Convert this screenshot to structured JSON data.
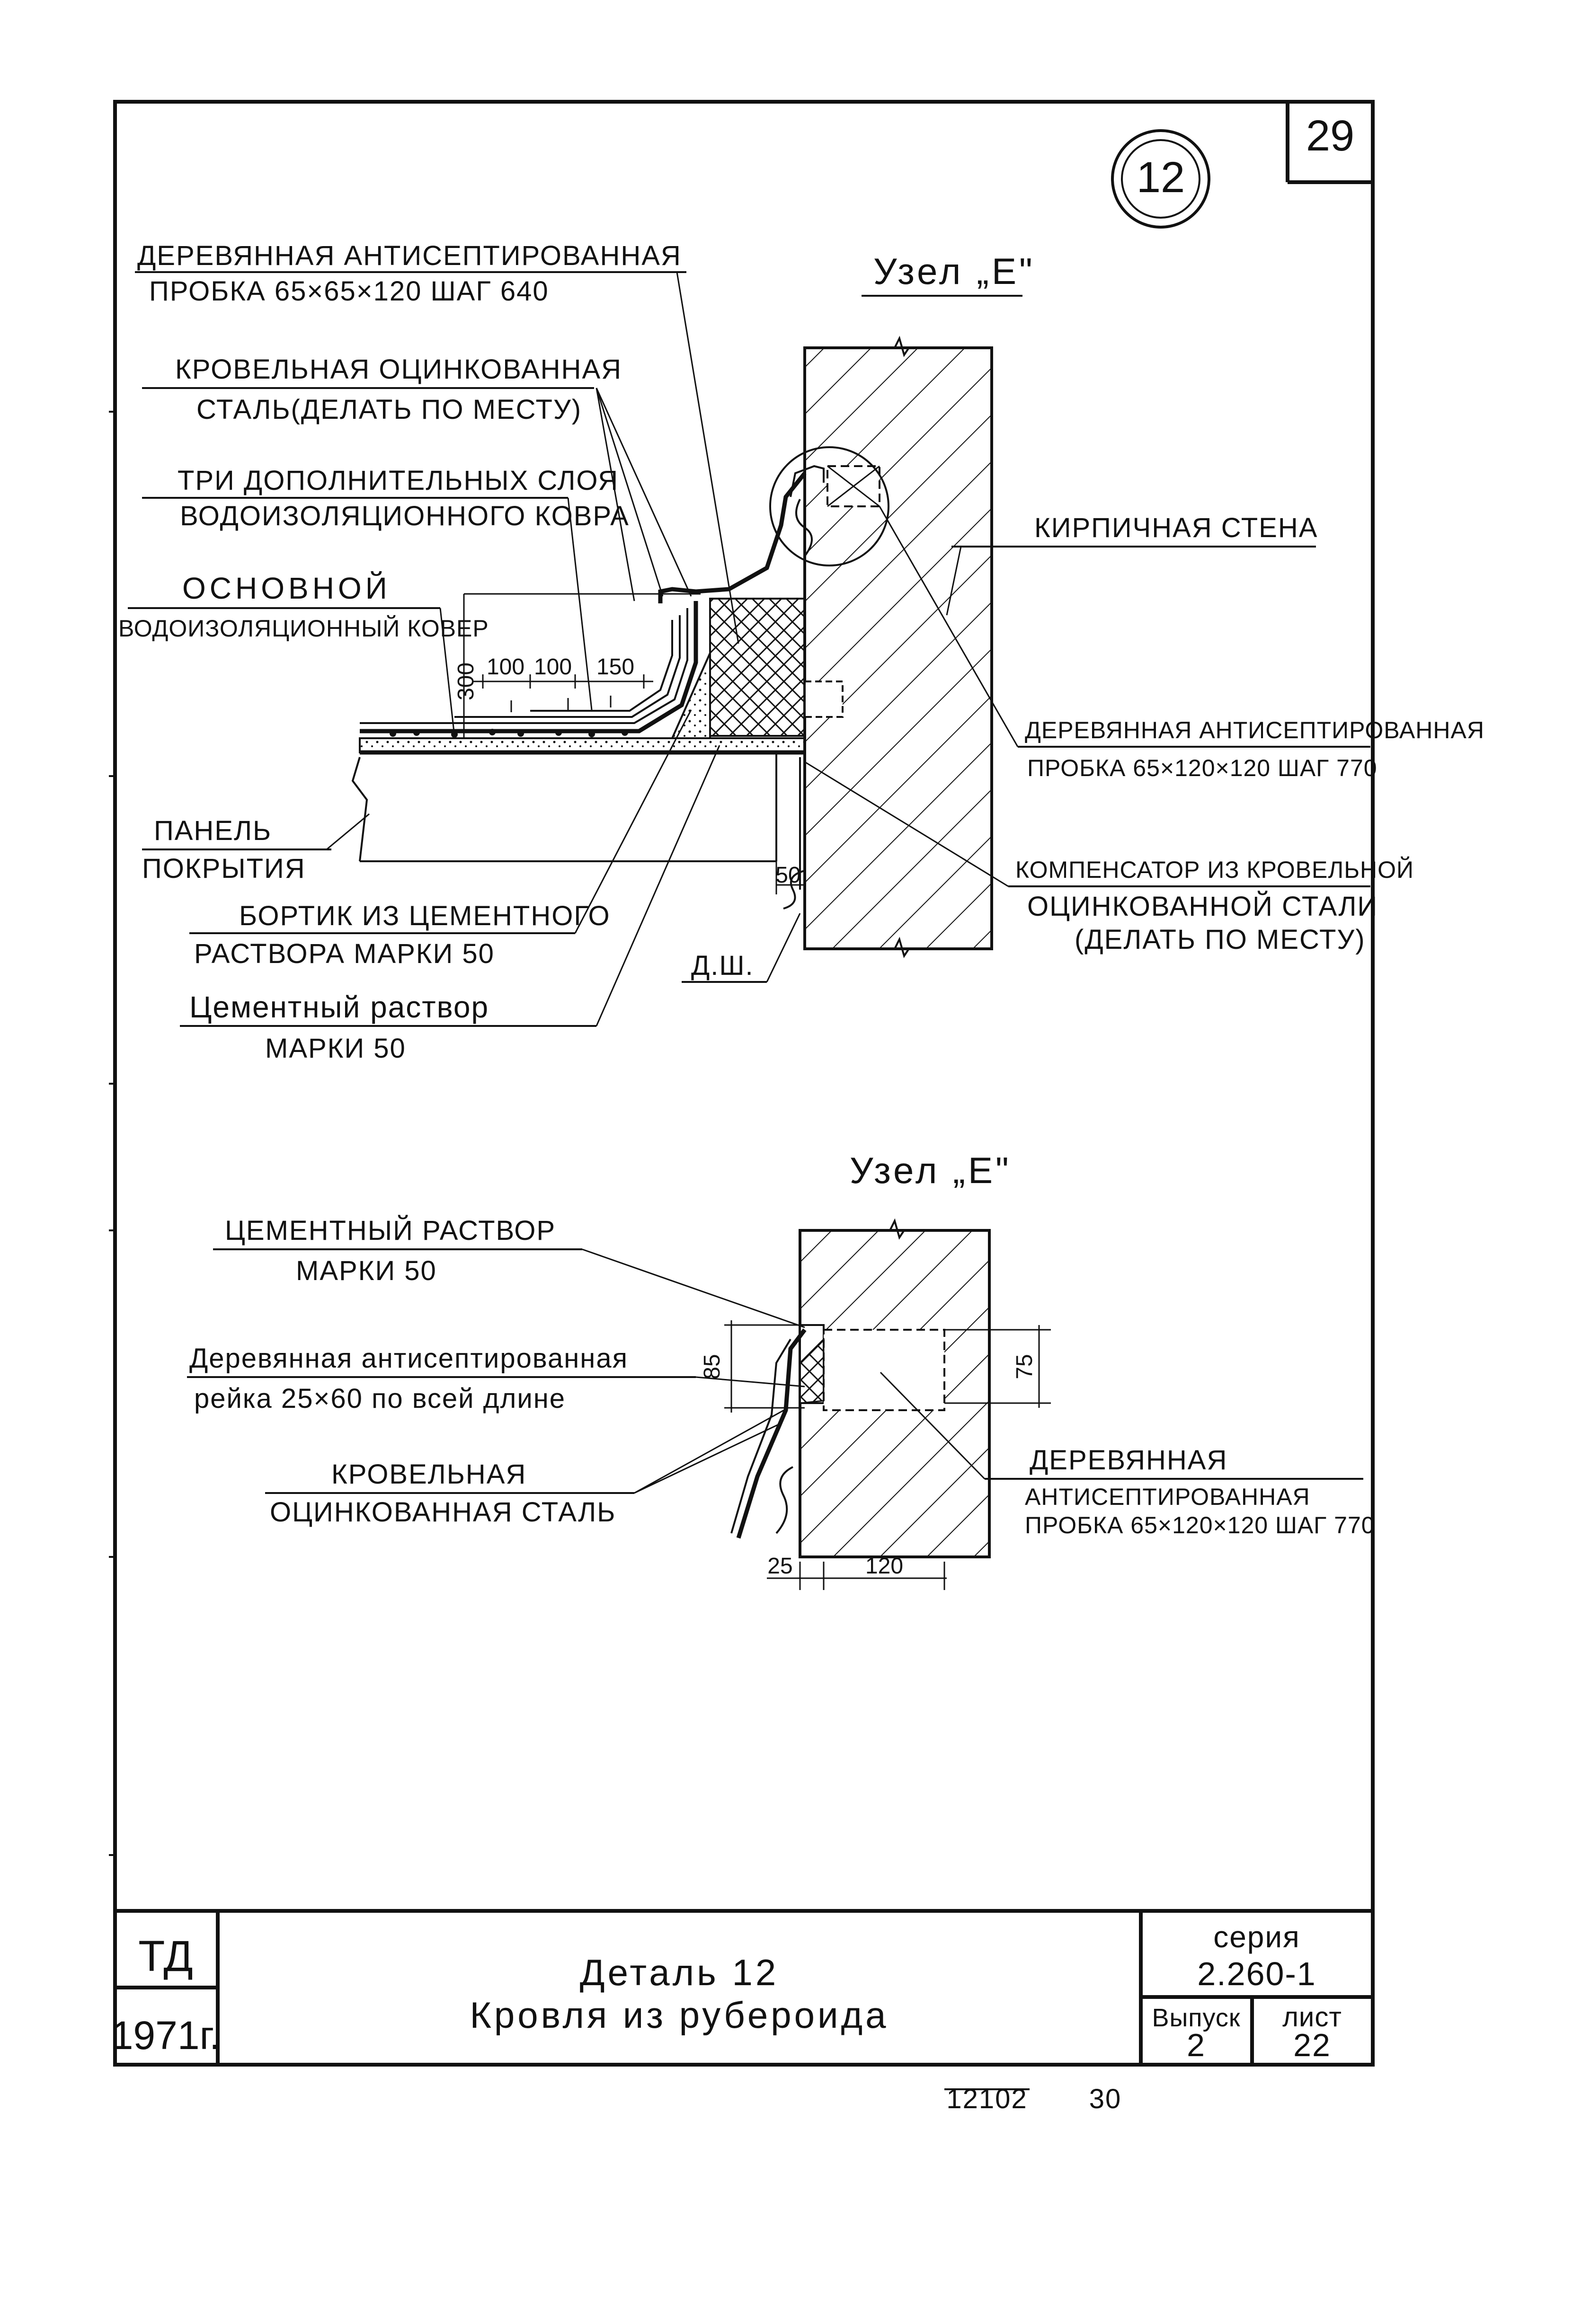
{
  "sheet": {
    "page_number": "29",
    "detail_circle": "12",
    "node_title_top": "Узел „Е\"",
    "node_title_bottom": "Узел „Е\""
  },
  "top_detail": {
    "labels": {
      "plug_1_line1": "ДЕРЕВЯННАЯ АНТИСЕПТИРОВАННАЯ",
      "plug_1_line2": "ПРОБКА 65×65×120 ШАГ 640",
      "steel_line1": "КРОВЕЛЬНАЯ ОЦИНКОВАННАЯ",
      "steel_line2": "СТАЛЬ(ДЕЛАТЬ ПО МЕСТУ)",
      "layers_line1": "ТРИ ДОПОЛНИТЕЛЬНЫХ СЛОЯ",
      "layers_line2": "ВОДОИЗОЛЯЦИОННОГО КОВРА",
      "base_line1": "ОСНОВНОЙ",
      "base_line2": "ВОДОИЗОЛЯЦИОННЫЙ КОВЕР",
      "panel_line1": "ПАНЕЛЬ",
      "panel_line2": "ПОКРЫТИЯ",
      "curb_line1": "БОРТИК ИЗ ЦЕМЕНТНОГО",
      "curb_line2": "РАСТВОРА МАРКИ 50",
      "mortar_line1": "Цементный раствор",
      "mortar_line2": "МАРКИ 50",
      "brick_wall": "КИРПИЧНАЯ СТЕНА",
      "plug_2_line1": "ДЕРЕВЯННАЯ АНТИСЕПТИРОВАННАЯ",
      "plug_2_line2": "ПРОБКА 65×120×120 ШАГ 770",
      "comp_line1": "КОМПЕНСАТОР ИЗ КРОВЕЛЬНОЙ",
      "comp_line2": "ОЦИНКОВАННОЙ СТАЛИ",
      "comp_line3": "(ДЕЛАТЬ ПО МЕСТУ)",
      "dowel": "Д.Ш."
    },
    "dimensions": {
      "d300": "300",
      "d100a": "100",
      "d100b": "100",
      "d150": "150",
      "d50": "50"
    }
  },
  "bottom_detail": {
    "labels": {
      "mortar_line1": "ЦЕМЕНТНЫЙ РАСТВОР",
      "mortar_line2": "МАРКИ 50",
      "batten_line1": "Деревянная антисептированная",
      "batten_line2": "рейка 25×60 по всей длине",
      "steel_line1": "КРОВЕЛЬНАЯ",
      "steel_line2": "ОЦИНКОВАННАЯ СТАЛЬ",
      "plug_line1": "ДЕРЕВЯННАЯ",
      "plug_line2": "АНТИСЕПТИРОВАННАЯ",
      "plug_line3": "ПРОБКА 65×120×120 ШАГ 770"
    },
    "dimensions": {
      "d85": "85",
      "d75": "75",
      "d25": "25",
      "d120": "120"
    }
  },
  "title_block": {
    "org": "ТД",
    "year": "1971г.",
    "title_line1": "Деталь 12",
    "title_line2": "Кровля из рубероида",
    "series_label": "серия",
    "series_value": "2.260-1",
    "issue_label": "Выпуск",
    "issue_value": "2",
    "sheet_label": "лист",
    "sheet_value": "22"
  },
  "footer": {
    "inventory_number": "12102",
    "copy_number": "30"
  }
}
